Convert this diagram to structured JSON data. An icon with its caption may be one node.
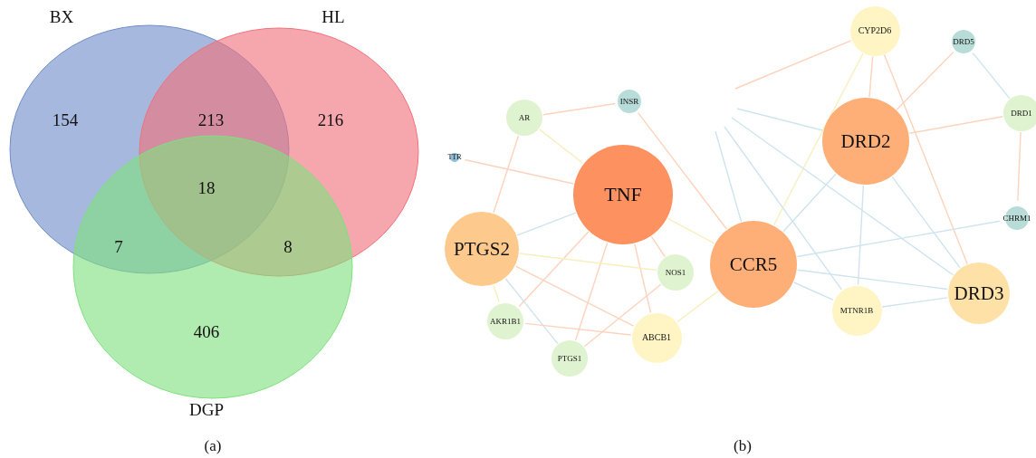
{
  "diagram": {
    "nodes": [
      {
        "text": [
          "BX",
          "154"
        ]
      },
      {
        "text": [
          "HL",
          "216"
        ]
      },
      {
        "text": [
          "406",
          "DGP"
        ]
      },
      {
        "text": [
          "CYP2D6"
        ]
      },
      {
        "text": [
          "DRD5"
        ]
      },
      {
        "text": [
          "DRD1"
        ]
      },
      {
        "text": [
          "INSR"
        ]
      },
      {
        "text": [
          "AR"
        ]
      },
      {
        "text": [
          "DRD2"
        ]
      },
      {
        "text": [
          "TTR"
        ]
      },
      {
        "text": [
          "TNF"
        ]
      },
      {
        "text": [
          "CHRM1"
        ]
      },
      {
        "text": [
          "PTGS2"
        ]
      },
      {
        "text": [
          "CCR5"
        ]
      },
      {
        "text": [
          "NOS1"
        ]
      },
      {
        "text": [
          "DRD3"
        ]
      },
      {
        "text": [
          "MTNR1B"
        ]
      },
      {
        "text": [
          "AKR1B1"
        ]
      },
      {
        "text": [
          "ABCB1"
        ]
      },
      {
        "text": [
          "PTGS1"
        ]
      }
    ],
    "edges": [
      {
        "from": 7,
        "to": 6,
        "arrow": "none"
      },
      {
        "from": 7,
        "to": 10,
        "arrow": "none",
        "color": "#f8efbf"
      },
      {
        "from": 7,
        "to": 12,
        "arrow": "none"
      },
      {
        "from": 9,
        "to": 10,
        "arrow": "none"
      },
      {
        "from": 6,
        "to": 13,
        "arrow": "none"
      },
      {
        "from": 10,
        "to": 12,
        "arrow": "none",
        "color": "#cfe4ee"
      },
      {
        "from": 10,
        "to": 13,
        "arrow": "none",
        "color": "#f8efbf"
      },
      {
        "from": 10,
        "to": 14,
        "arrow": "none"
      },
      {
        "from": 10,
        "to": 18,
        "arrow": "none"
      },
      {
        "from": 10,
        "to": 19,
        "arrow": "none"
      },
      {
        "from": 10,
        "to": 17,
        "arrow": "none"
      },
      {
        "from": 12,
        "to": 14,
        "arrow": "none",
        "color": "#f8efbf"
      },
      {
        "from": 12,
        "to": 18,
        "arrow": "none"
      },
      {
        "from": 12,
        "to": 17,
        "arrow": "none",
        "color": "#f8efbf"
      },
      {
        "from": 12,
        "to": 19,
        "arrow": "none",
        "color": "#cfe4ee"
      },
      {
        "from": 17,
        "to": 18,
        "arrow": "none"
      },
      {
        "from": 14,
        "to": 19,
        "arrow": "none"
      },
      {
        "from": 18,
        "to": 13,
        "arrow": "none",
        "color": "#f8efbf"
      },
      {
        "from": 3,
        "to": null,
        "arrow": "none"
      },
      {
        "from": 3,
        "to": 8,
        "arrow": "none"
      },
      {
        "from": 3,
        "to": 15,
        "arrow": "none"
      },
      {
        "from": 3,
        "to": 13,
        "arrow": "none",
        "color": "#f8efbf"
      },
      {
        "from": 4,
        "to": 8,
        "arrow": "none"
      },
      {
        "from": 4,
        "to": 5,
        "arrow": "none",
        "color": "#cfe4ee"
      },
      {
        "from": 8,
        "to": 5,
        "arrow": "none"
      },
      {
        "from": 5,
        "to": 11,
        "arrow": "none"
      },
      {
        "from": 8,
        "to": 13,
        "arrow": "none",
        "color": "#cfe4ee"
      },
      {
        "from": 8,
        "to": 16,
        "arrow": "none",
        "color": "#cfe4ee"
      },
      {
        "from": 8,
        "to": 15,
        "arrow": "none",
        "color": "#cfe4ee"
      },
      {
        "from": null,
        "to": 8,
        "arrow": "none",
        "color": "#cfe4ee"
      },
      {
        "from": null,
        "to": 16,
        "arrow": "none",
        "color": "#cfe4ee"
      },
      {
        "from": null,
        "to": 15,
        "arrow": "none",
        "color": "#cfe4ee"
      },
      {
        "from": null,
        "to": 13,
        "arrow": "none",
        "color": "#cfe4ee"
      },
      {
        "from": 13,
        "to": 11,
        "arrow": "none",
        "color": "#cfe4ee"
      },
      {
        "from": 13,
        "to": 15,
        "arrow": "none",
        "color": "#cfe4ee"
      },
      {
        "from": 13,
        "to": 16,
        "arrow": "none",
        "color": "#cfe4ee"
      },
      {
        "from": 16,
        "to": 15,
        "arrow": "none",
        "color": "#cfe4ee"
      }
    ],
    "labels": [
      "213",
      "18",
      "7",
      "8",
      "(a)",
      "(b)"
    ]
  }
}
